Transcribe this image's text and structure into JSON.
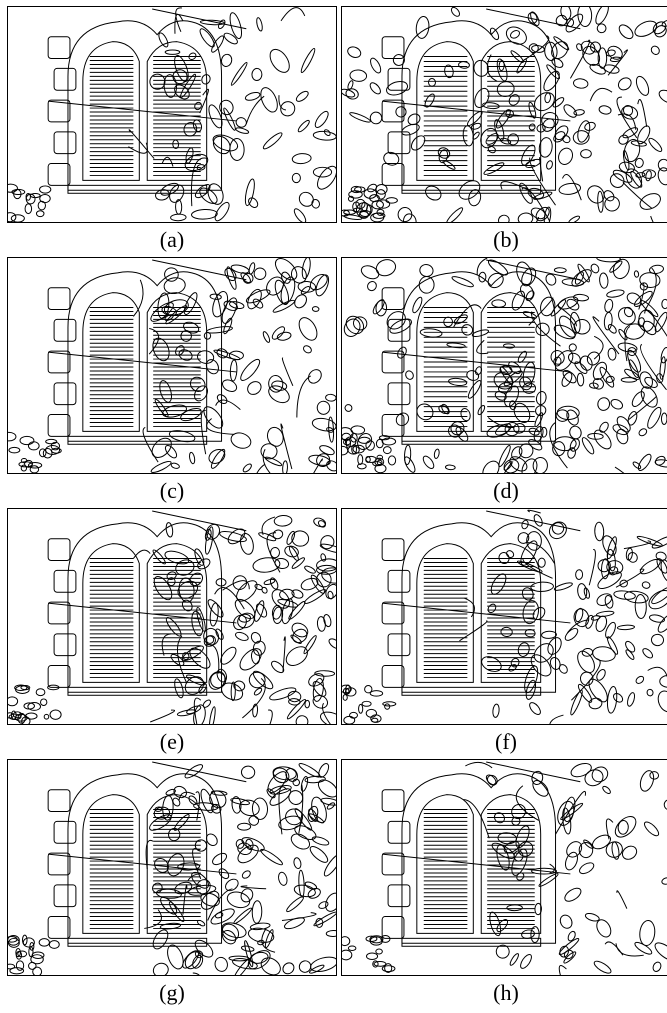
{
  "figure": {
    "panels": [
      {
        "label": "(a)",
        "density": 1
      },
      {
        "label": "(b)",
        "density": 4
      },
      {
        "label": "(c)",
        "density": 2
      },
      {
        "label": "(d)",
        "density": 5
      },
      {
        "label": "(e)",
        "density": 3
      },
      {
        "label": "(f)",
        "density": 2
      },
      {
        "label": "(g)",
        "density": 3
      },
      {
        "label": "(h)",
        "density": 1
      }
    ]
  }
}
